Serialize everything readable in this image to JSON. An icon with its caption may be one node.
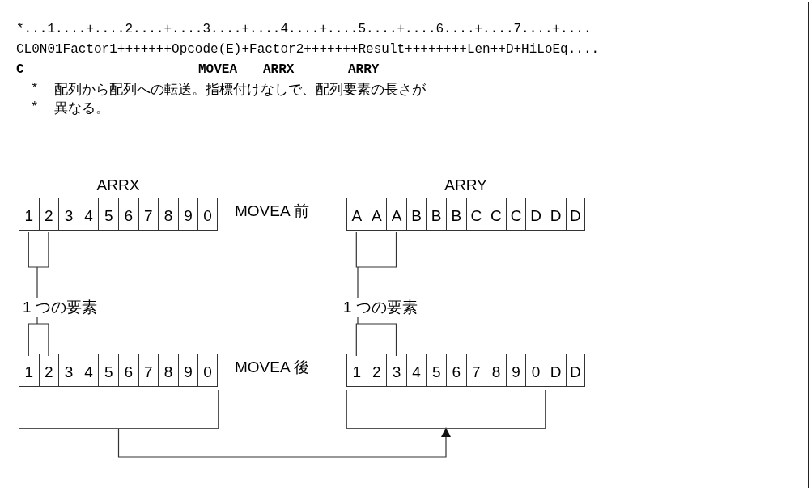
{
  "diagram": {
    "nodes": [
      {
        "text": [
          "1",
          "2",
          "3",
          "4",
          "5",
          "6",
          "7",
          "8",
          "9",
          "0"
        ],
        "beside": [
          "ARRX"
        ]
      },
      {
        "text": [
          "A",
          "A",
          "A",
          "B",
          "B",
          "B",
          "C",
          "C",
          "C",
          "D",
          "D",
          "D"
        ],
        "beside": [
          "ARRY"
        ]
      },
      {
        "text": [
          "1 つの要素"
        ]
      },
      {
        "text": [
          "1 つの要素"
        ]
      },
      {
        "text": [
          "1",
          "2",
          "3",
          "4",
          "5",
          "6",
          "7",
          "8",
          "9",
          "0"
        ]
      },
      {
        "text": [
          "1",
          "2",
          "3",
          "4",
          "5",
          "6",
          "7",
          "8",
          "9",
          "0",
          "D",
          "D"
        ]
      },
      {
        "text": [],
        "shape": "bracket"
      },
      {
        "text": [],
        "shape": "bracket"
      }
    ],
    "edges": [
      {
        "from": 2,
        "to": 0,
        "arrow": "none"
      },
      {
        "from": 2,
        "to": 4,
        "arrow": "none"
      },
      {
        "from": 3,
        "to": 1,
        "arrow": "none"
      },
      {
        "from": 3,
        "to": 5,
        "arrow": "none"
      },
      {
        "from": 6,
        "to": 7,
        "arrow": "to"
      }
    ],
    "labels": [
      "*...1....+....2....+....3....+....4....+....5....+....6....+....7....+....",
      "CL0N01Factor1+++++++Opcode(E)+Factor2+++++++Result++++++++Len++D+HiLoEq....",
      "C",
      "MOVEA",
      "ARRX",
      "ARRY",
      "*",
      "配列から配列への転送。指標付けなしで、配列要素の長さが",
      "*",
      "異なる。",
      "MOVEA 前",
      "MOVEA 後"
    ]
  }
}
